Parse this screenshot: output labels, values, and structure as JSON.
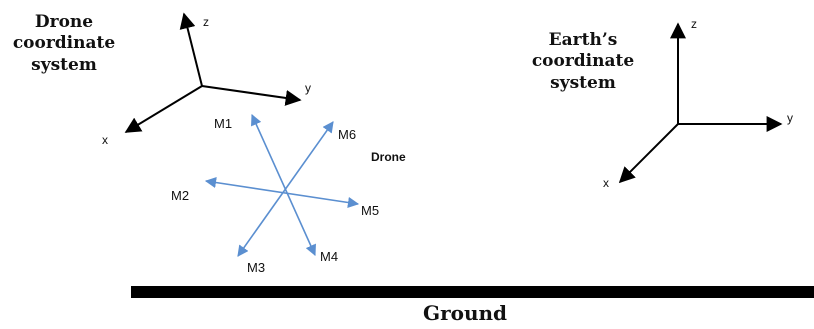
{
  "drone_frame": {
    "title_lines": [
      "Drone",
      "coordinate",
      "system"
    ],
    "axes": {
      "z": "z",
      "y": "y",
      "x": "x"
    }
  },
  "earth_frame": {
    "title_lines": [
      "Earth’s",
      "coordinate",
      "system"
    ],
    "axes": {
      "z": "z",
      "y": "y",
      "x": "x"
    }
  },
  "drone": {
    "label": "Drone",
    "motors": [
      "M1",
      "M2",
      "M3",
      "M4",
      "M5",
      "M6"
    ],
    "arrow_color": "#5b8fd0"
  },
  "ground": {
    "label": "Ground",
    "color": "#000000"
  }
}
